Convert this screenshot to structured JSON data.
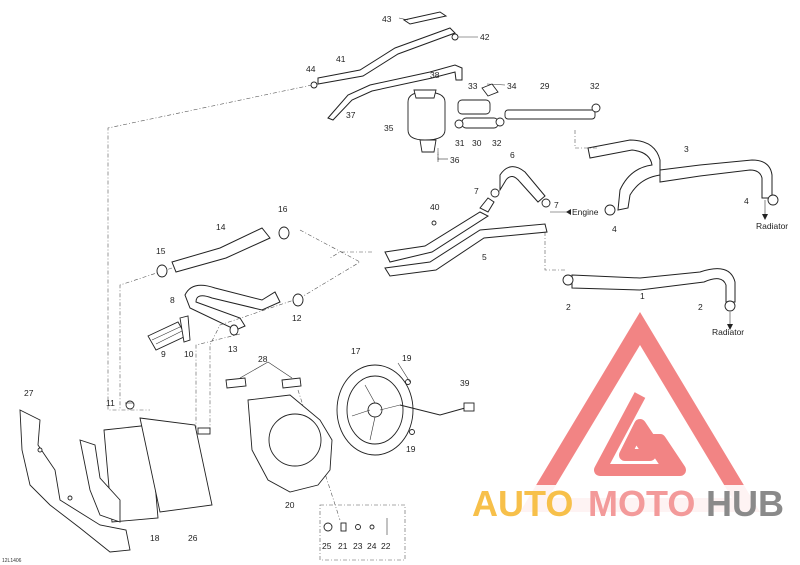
{
  "diagram_code": "12L1406",
  "destinations": {
    "engine": "Engine",
    "radiator_upper": "Radiator",
    "radiator_lower": "Radiator"
  },
  "callouts": {
    "c1": "1",
    "c2a": "2",
    "c2b": "2",
    "c3": "3",
    "c4a": "4",
    "c4b": "4",
    "c5": "5",
    "c6": "6",
    "c7a": "7",
    "c7b": "7",
    "c8": "8",
    "c9": "9",
    "c10": "10",
    "c11": "11",
    "c12": "12",
    "c13": "13",
    "c14": "14",
    "c15": "15",
    "c16": "16",
    "c17": "17",
    "c18": "18",
    "c19a": "19",
    "c19b": "19",
    "c20": "20",
    "c21": "21",
    "c22": "22",
    "c23": "23",
    "c24": "24",
    "c25": "25",
    "c26": "26",
    "c27": "27",
    "c28": "28",
    "c29": "29",
    "c30": "30",
    "c31": "31",
    "c32a": "32",
    "c32b": "32",
    "c33": "33",
    "c34": "34",
    "c35": "35",
    "c36": "36",
    "c37": "37",
    "c38": "38",
    "c39": "39",
    "c40": "40",
    "c41": "41",
    "c42": "42",
    "c43": "43",
    "c44": "44"
  },
  "watermark": {
    "logo_text_auto": "AUTO",
    "logo_text_moto": "MOTO",
    "logo_text_hub": "HUB",
    "colors": {
      "triangle": "#f06f6f",
      "auto": "#f7c04a",
      "moto": "#f39a9a",
      "hub": "#8a8a8a"
    }
  }
}
